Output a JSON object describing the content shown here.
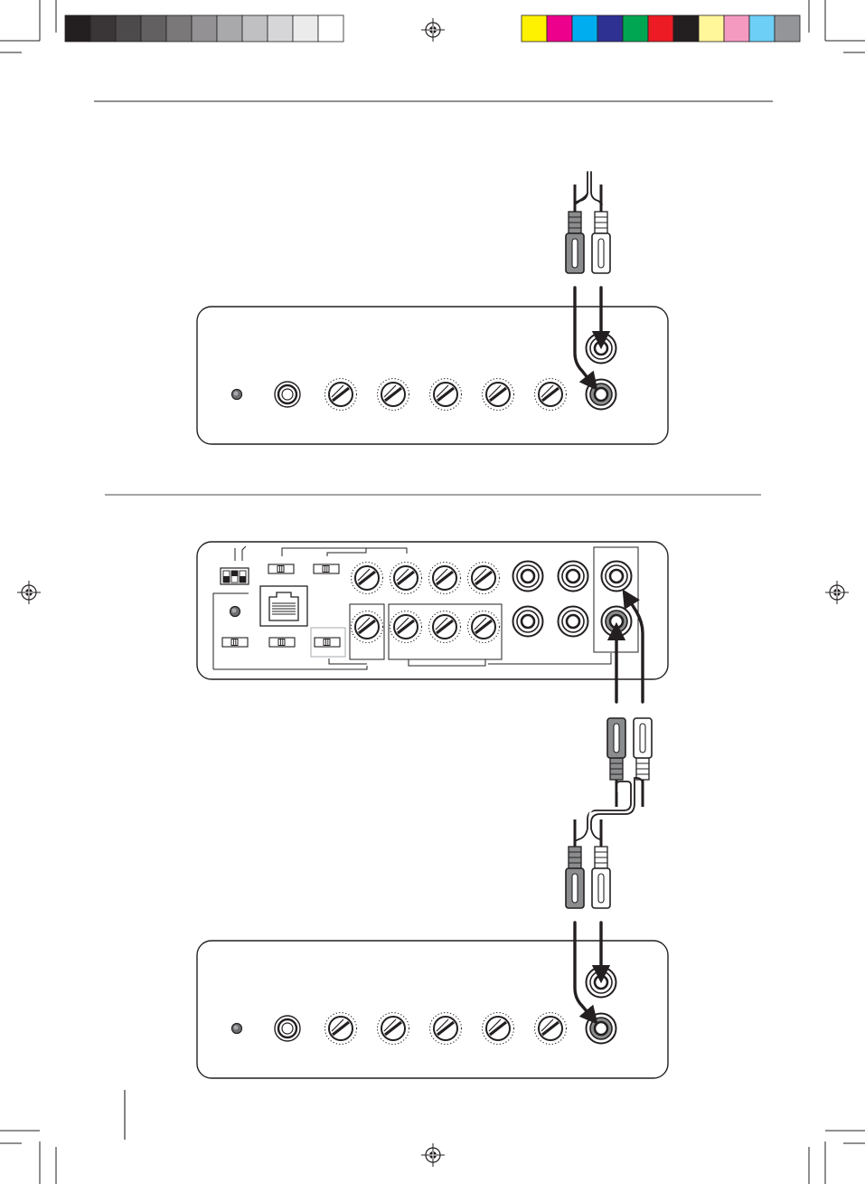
{
  "print_marks": {
    "grayscale_swatches": [
      "#231f20",
      "#3a3637",
      "#4d4a4b",
      "#626061",
      "#7a7879",
      "#939193",
      "#a9a8aa",
      "#c0bfc1",
      "#d6d5d7",
      "#ebebec",
      "#ffffff"
    ],
    "color_swatches": [
      "#fff200",
      "#ec008c",
      "#00aeef",
      "#2e3192",
      "#00a651",
      "#ed1c24",
      "#231f20",
      "#fff799",
      "#f49ac1",
      "#6dcff6",
      "#939598"
    ]
  },
  "diagram": {
    "colors": {
      "ink": "#231f20",
      "plug_left": "#8a8c8e",
      "plug_right": "#ffffff",
      "socket_dark": "#8a8c8e",
      "divider": "#6d6e71"
    },
    "figure_1": {
      "description_icons": [
        "led-indicator-icon",
        "jack-socket-icon",
        "rotary-knob-icon",
        "rca-socket-icon",
        "rca-plug-icon",
        "cable-arrow-icon"
      ],
      "knob_count": 5
    },
    "figure_2": {
      "description_icons": [
        "dip-switch-icon",
        "rj45-port-icon",
        "slide-switch-icon",
        "rotary-knob-icon",
        "rca-socket-icon",
        "rca-plug-icon",
        "cable-arrow-icon"
      ],
      "top_knob_count": 4,
      "bottom_knob_count": 4,
      "rca_pairs": 3
    }
  }
}
